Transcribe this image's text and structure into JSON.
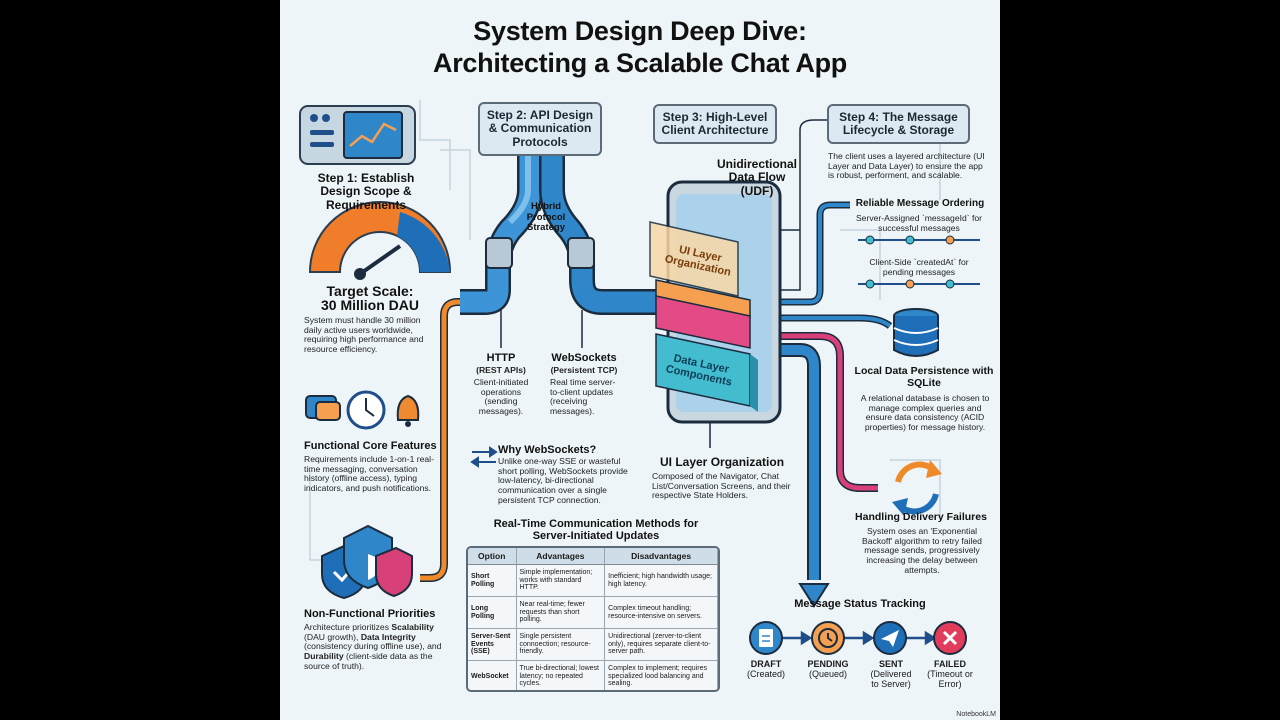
{
  "title": {
    "line1": "System Design Deep Dive:",
    "line2": "Architecting a Scalable Chat App"
  },
  "steps": {
    "step1": "Step 1: Establish Design Scope & Requirements",
    "step2": "Step 2: API Design & Communication Protocols",
    "step3": "Step 3: High-Level Client Architecture",
    "step4": "Step 4: The Message Lifecycle & Storage"
  },
  "left": {
    "target_title": "Target Scale:",
    "target_value": "30 Million DAU",
    "target_desc": "System must handle 30 million daily active users worldwide, requiring high performance and resource efficiency.",
    "features_title": "Functional Core Features",
    "features_desc": "Requirements include 1-on-1 real-time messaging, conversation history (offline access), typing indicators, and push notifications.",
    "nonfunc_title": "Non-Functional Priorities",
    "nonfunc_desc_1": "Architecture prioritizes ",
    "nonfunc_bold_1": "Scalability",
    "nonfunc_desc_2": " (DAU growth), ",
    "nonfunc_bold_2": "Data Integrity",
    "nonfunc_desc_3": " (consistency during offline use), and ",
    "nonfunc_bold_3": "Durability",
    "nonfunc_desc_4": " (client-side data as the source of truth)."
  },
  "api": {
    "hybrid": "Hybrid Protocol Strategy",
    "http_title": "HTTP",
    "http_sub": "(REST APIs)",
    "http_desc": "Client-initiated operations (sending messages).",
    "ws_title": "WebSockets",
    "ws_sub": "(Persistent TCP)",
    "ws_desc": "Real time server-to-client updates (receiving messages).",
    "why_title": "Why WebSockets?",
    "why_desc": "Unlike one-way SSE or wasteful short polling, WebSockets provide low-latency, bi-directional communication over a single persistent TCP connection."
  },
  "client": {
    "udf": "Unidirectional Data Flow (UDF)",
    "ui_layer_label": "UI Layer Organization",
    "data_layer_label": "Data Layer Components",
    "ui_org_title": "UI Layer Organization",
    "ui_org_desc": "Composed of the Navigator, Chat List/Conversation Screens, and their respective State Holders."
  },
  "storage": {
    "intro": "The client uses a layered architecture (UI Layer and Data Layer) to ensure the app is robust, performent, and scalable.",
    "ordering_title": "Reliable Message Ordering",
    "server_id": "Server-Assigned `messageId` for successful messages",
    "client_id": "Client-Side `createdAt` for pending messages",
    "sqlite_title": "Local Data Persistence with SQLite",
    "sqlite_desc": "A relational database is chosen to manage complex queries and ensure data consistency (ACID properties) for message history.",
    "failures_title": "Handling Delivery Failures",
    "failures_desc": "System oses an 'Exponential Backoff' algorithm to retry failed message sends, progressively increasing the delay between attempts."
  },
  "table": {
    "title": "Real-Time Communication Methods for Server-Initiated Updates",
    "headers": [
      "Option",
      "Advantages",
      "Disadvantages"
    ],
    "rows": [
      [
        "Short Polling",
        "Simple implementation; works with standard HTTP.",
        "Inefficient; high handwidth usage; high latency."
      ],
      [
        "Long Polling",
        "Near real-time; fewer requests than short polling.",
        "Complex timeout handling; resource-intensive on servers."
      ],
      [
        "Server-Sent Events (SSE)",
        "Single persistent connoection; resource-friendly.",
        "Unidirectional (zerver-to-client only), requires separate client-to-server path."
      ],
      [
        "WebSocket",
        "True bi-directional; lowest latency; no repeated cycles.",
        "Complex to implement; requires specialized lood balancing and sealing."
      ]
    ]
  },
  "status": {
    "title": "Message Status Tracking",
    "items": [
      {
        "label": "DRAFT",
        "sub": "(Created)"
      },
      {
        "label": "PENDING",
        "sub": "(Queued)"
      },
      {
        "label": "SENT",
        "sub": "(Delivered to Server)"
      },
      {
        "label": "FAILED",
        "sub": "(Timeout or Error)"
      }
    ]
  },
  "watermark": "NotebookLM",
  "colors": {
    "blue_pipe": "#2f86c9",
    "orange_pipe": "#ef8a2a",
    "pink_pipe": "#d8407a",
    "navy": "#1f4e8a",
    "orange_layer": "#f5a050",
    "pink_layer": "#e24b86",
    "teal_layer": "#44bcd0",
    "failed_red": "#e23c5c"
  }
}
